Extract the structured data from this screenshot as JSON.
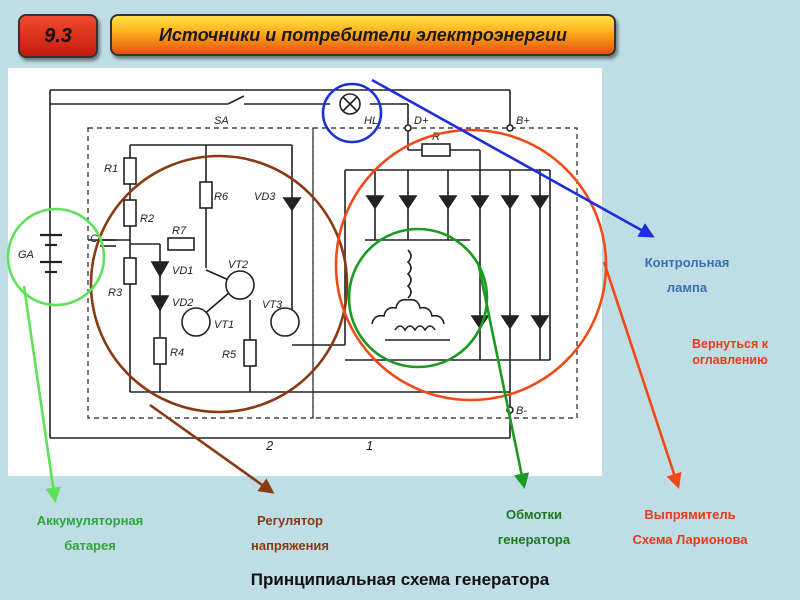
{
  "header": {
    "section_number": "9.3",
    "title": "Источники и потребители электроэнергии"
  },
  "diagram": {
    "labels": {
      "SA": "SA",
      "HL": "HL",
      "Dplus": "D+",
      "Bplus": "B+",
      "Bminus": "B-",
      "R": "R",
      "R1": "R1",
      "R2": "R2",
      "R3": "R3",
      "R4": "R4",
      "R5": "R5",
      "R6": "R6",
      "R7": "R7",
      "C": "C",
      "GA": "GA",
      "VD1": "VD1",
      "VD2": "VD2",
      "VD3": "VD3",
      "VT1": "VT1",
      "VT2": "VT2",
      "VT3": "VT3",
      "block1": "1",
      "block2": "2"
    }
  },
  "callouts": {
    "lamp": {
      "line1": "Контрольная",
      "line2": "лампа",
      "color": "#3b6fb0"
    },
    "back_link": {
      "line1": "Вернуться к",
      "line2": "оглавлению",
      "color": "#e83a1a"
    },
    "battery": {
      "line1": "Аккумуляторная",
      "line2": "батарея",
      "color": "#2aa83a"
    },
    "regulator": {
      "line1": "Регулятор",
      "line2": "напряжения",
      "color": "#8a3a12"
    },
    "windings": {
      "line1": "Обмотки",
      "line2": "генератора",
      "color": "#1a7a20"
    },
    "rectifier": {
      "line1": "Выпрямитель",
      "line2": "Схема Ларионова",
      "color": "#e83a1a"
    }
  },
  "caption": "Принципиальная схема генератора"
}
